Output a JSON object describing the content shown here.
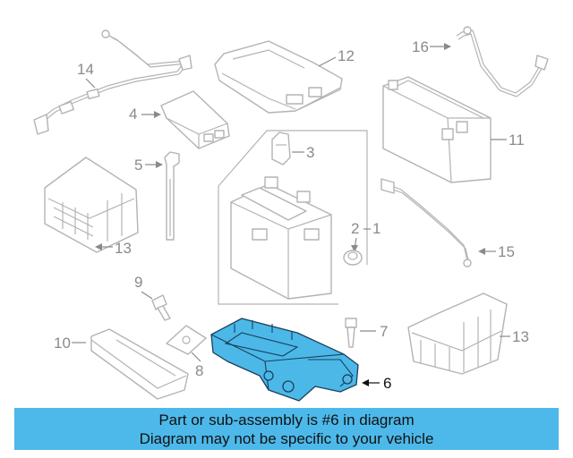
{
  "diagram": {
    "callouts": {
      "c1": "1",
      "c2": "2",
      "c3": "3",
      "c4": "4",
      "c5": "5",
      "c6": "6",
      "c7": "7",
      "c8": "8",
      "c9": "9",
      "c10": "10",
      "c11": "11",
      "c12": "12",
      "c13a": "13",
      "c13b": "13",
      "c14": "14",
      "c15": "15",
      "c16": "16"
    },
    "highlighted_part": "6",
    "colors": {
      "highlight": "#4bb8e8",
      "banner": "#4db9ea",
      "outline": "#b3b3b3"
    }
  },
  "banner": {
    "line1": "Part or sub-assembly is #6 in diagram",
    "line2": "Diagram may not be specific to your vehicle"
  }
}
